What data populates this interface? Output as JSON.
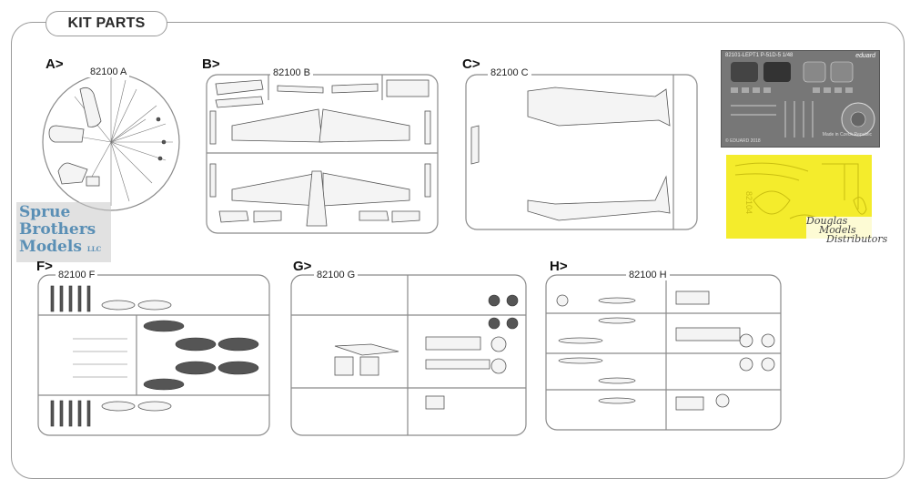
{
  "header": {
    "title": "KIT PARTS"
  },
  "sprues": [
    {
      "letter": "A>",
      "code": "82100 A"
    },
    {
      "letter": "B>",
      "code": "82100 B"
    },
    {
      "letter": "C>",
      "code": "82100 C"
    },
    {
      "letter": "F>",
      "code": "82100 F"
    },
    {
      "letter": "G>",
      "code": "82100 G"
    },
    {
      "letter": "H>",
      "code": "82100 H"
    }
  ],
  "photoetch": {
    "header": "82101-LEPT1   P-51D-5   1/48",
    "brand": "eduard",
    "footer_left": "© EDUARD 2018",
    "footer_right": "Made in Czech Republic"
  },
  "mask": {
    "code": "82104"
  },
  "watermarks": {
    "sbm_line1": "Sprue",
    "sbm_line2": "Brothers",
    "sbm_line3": "Models",
    "sbm_suffix": "LLC",
    "douglas_line1": "Douglas",
    "douglas_line2": "Models",
    "douglas_line3": "Distributors"
  },
  "colors": {
    "mask_yellow": "#f4ec2c",
    "watermark_blue": "#5a8fb5",
    "frame_gray": "#9a9a9a"
  }
}
